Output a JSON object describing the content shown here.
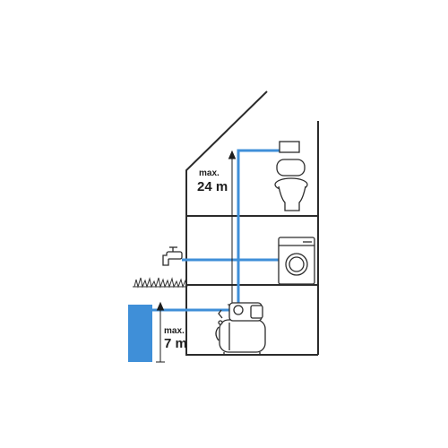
{
  "labels": {
    "height_max_prefix": "max.",
    "height_max_value": "24 m",
    "depth_max_prefix": "max.",
    "depth_max_value": "7 m"
  },
  "colors": {
    "structure": "#2b2b2b",
    "water_pipe": "#3f8fd8",
    "well_water": "#3f8fd8",
    "measure_line": "#1e1e1e",
    "grass": "#333333"
  },
  "icons": [
    "toilet-icon",
    "washing-machine-icon",
    "outdoor-tap-icon",
    "pump-icon",
    "well-icon",
    "grass-icon"
  ]
}
